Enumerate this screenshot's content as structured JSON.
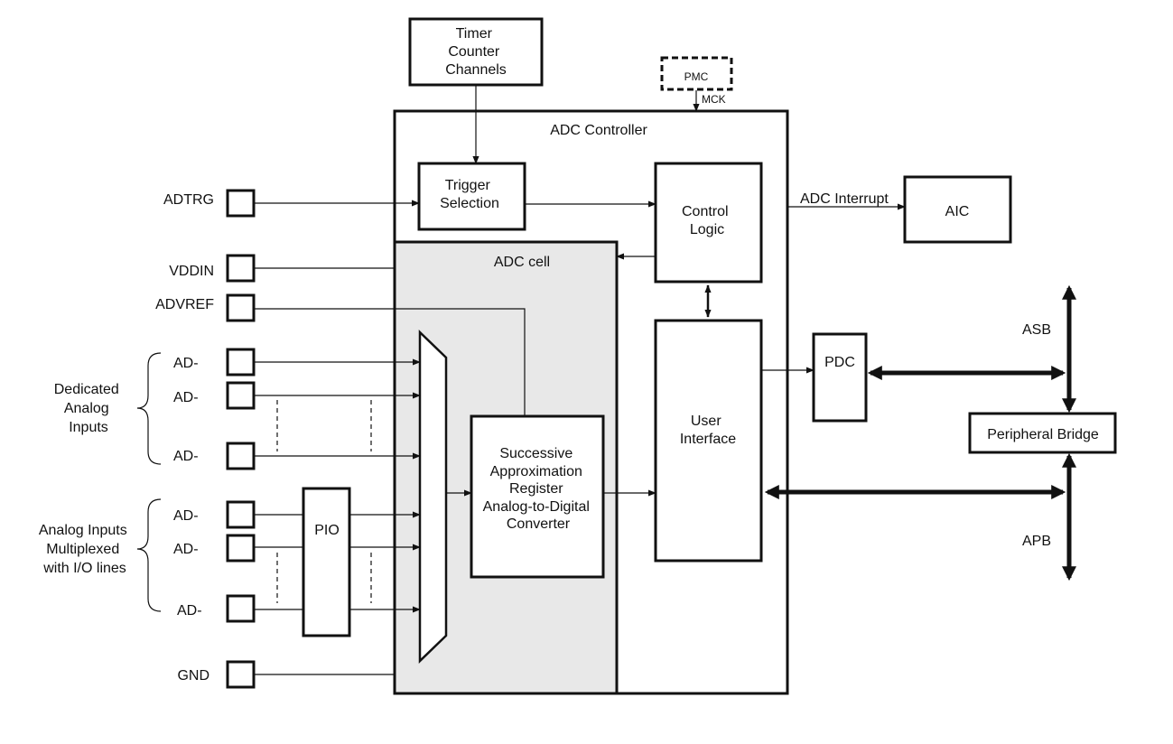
{
  "blocks": {
    "timer": [
      "Timer",
      "Counter",
      "Channels"
    ],
    "pmc": "PMC",
    "mck": "MCK",
    "adc_controller": "ADC Controller",
    "trigger": [
      "Trigger",
      "Selection"
    ],
    "control_logic": [
      "Control",
      "Logic"
    ],
    "adc_cell": "ADC cell",
    "user_interface": [
      "User",
      "Interface"
    ],
    "sar": [
      "Successive",
      "Approximation",
      "Register",
      "Analog-to-Digital",
      "Converter"
    ],
    "pio": "PIO",
    "aic": "AIC",
    "pdc": "PDC",
    "peripheral_bridge": "Peripheral Bridge"
  },
  "signals": {
    "adc_interrupt": "ADC Interrupt",
    "asb": "ASB",
    "apb": "APB"
  },
  "pins": {
    "adtrg": "ADTRG",
    "vddin": "VDDIN",
    "advref": "ADVREF",
    "gnd": "GND",
    "dedicated": [
      "AD-",
      "AD-",
      "AD-"
    ],
    "multiplexed": [
      "AD-",
      "AD-",
      "AD-"
    ]
  },
  "groups": {
    "dedicated": [
      "Dedicated",
      "Analog",
      "Inputs"
    ],
    "multiplexed": [
      "Analog Inputs",
      "Multiplexed",
      "with I/O lines"
    ]
  },
  "colors": {
    "adc_cell_fill": "#e8e8e8",
    "line": "#111111"
  }
}
